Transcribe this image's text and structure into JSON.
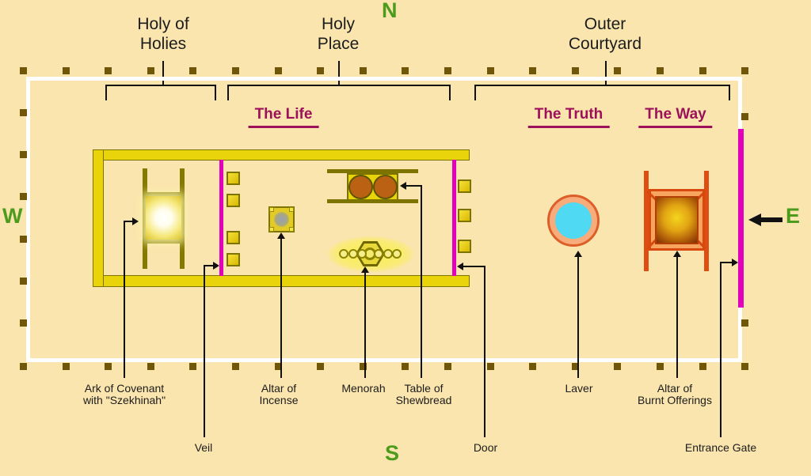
{
  "compass": {
    "north": "N",
    "south": "S",
    "west": "W",
    "east": "E"
  },
  "sections": [
    {
      "id": "holy-of-holies",
      "line1": "Holy of",
      "line2": "Holies"
    },
    {
      "id": "holy-place",
      "line1": "Holy",
      "line2": "Place"
    },
    {
      "id": "outer-courtyard",
      "line1": "Outer",
      "line2": "Courtyard"
    }
  ],
  "path_headers": [
    {
      "id": "the-life",
      "label": "The Life"
    },
    {
      "id": "the-truth",
      "label": "The Truth"
    },
    {
      "id": "the-way",
      "label": "The Way"
    }
  ],
  "callouts": {
    "ark": {
      "line1": "Ark of Covenant",
      "line2": "with \"Szekhinah\""
    },
    "veil": {
      "label": "Veil"
    },
    "altar_of_incense": {
      "line1": "Altar of",
      "line2": "Incense"
    },
    "menorah": {
      "label": "Menorah"
    },
    "table_of_shewbread": {
      "line1": "Table of",
      "line2": "Shewbread"
    },
    "laver": {
      "label": "Laver"
    },
    "altar_of_burnt_offerings": {
      "line1": "Altar of",
      "line2": "Burnt Offerings"
    },
    "door": {
      "label": "Door"
    },
    "entrance_gate": {
      "label": "Entrance Gate"
    }
  },
  "colors": {
    "bg": "#FAE5AE",
    "gold": "#E9D40C",
    "olive": "#7D7400",
    "magenta": "#E300BC",
    "purple": "#9C1159",
    "green": "#4D9B1D",
    "fence": "#6F5608",
    "ink": "#1C1C1C"
  }
}
